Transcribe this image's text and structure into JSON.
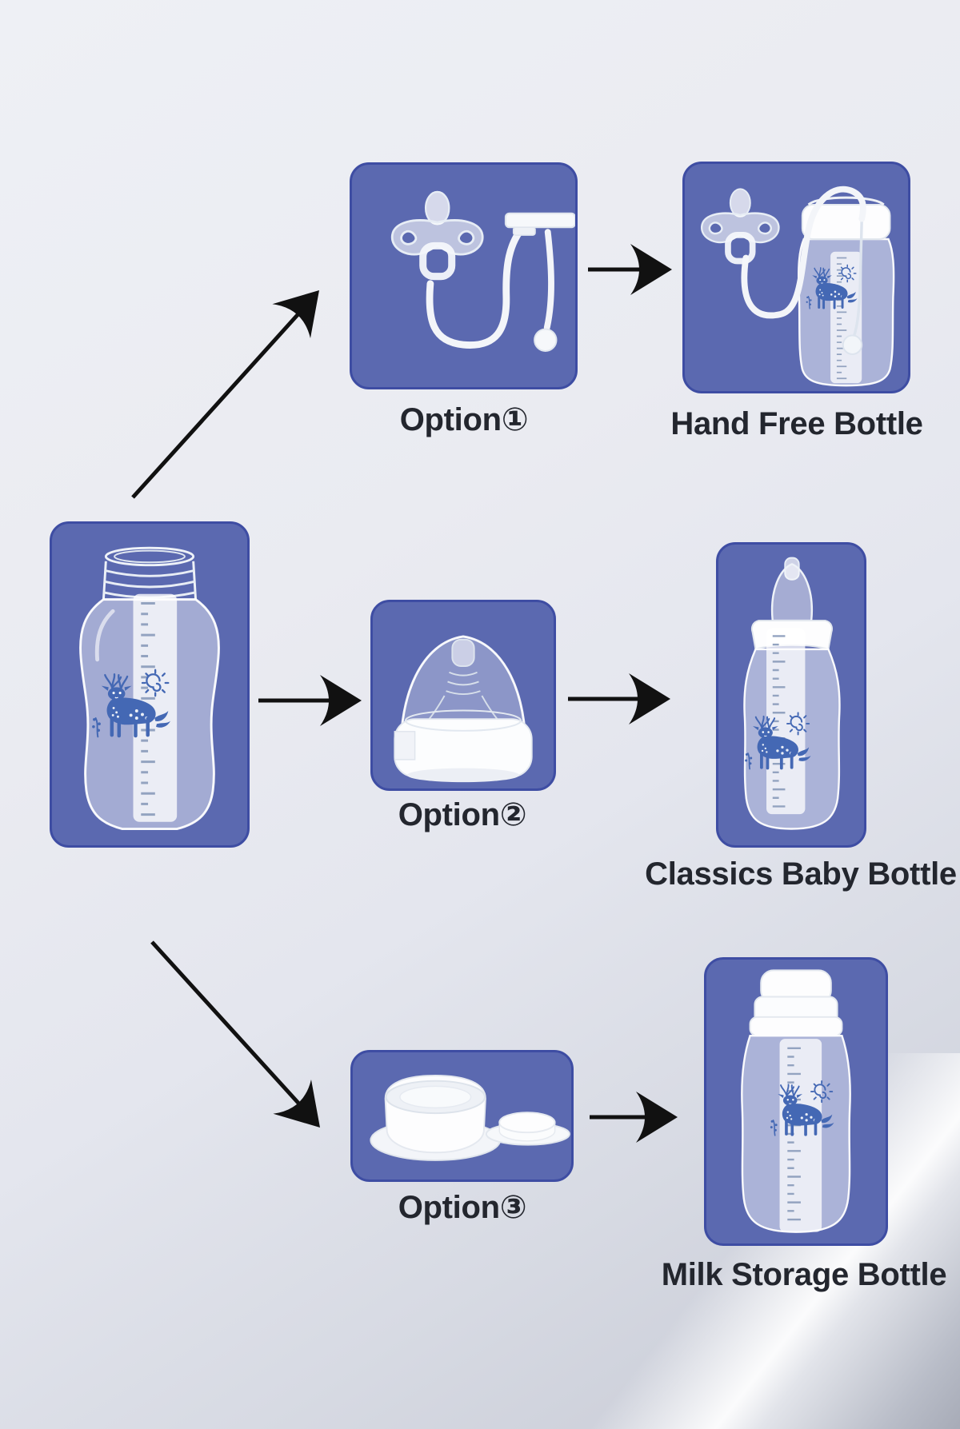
{
  "palette": {
    "background_top": "#eef0f5",
    "background_bottom": "#c6c9d4",
    "card_fill": "#5b69b0",
    "card_border": "#3e4da3",
    "label_text": "#23262e",
    "arrow": "#111111",
    "artwork_blue": "#4468b4",
    "product_white": "#fdfdfe"
  },
  "diagram": {
    "source": {
      "icon": "wide-neck-glass-bottle-with-deer-artwork"
    },
    "options": [
      {
        "label": "Option①",
        "icon": "pacifier-with-feeding-tube",
        "result": "Hand Free Bottle",
        "result_icon": "pacifier-tube-bottle"
      },
      {
        "label": "Option②",
        "icon": "wide-neck-nipple",
        "result": "Classics Baby Bottle",
        "result_icon": "bottle-with-nipple"
      },
      {
        "label": "Option③",
        "icon": "sealing-lid-set",
        "result": "Milk Storage Bottle",
        "result_icon": "bottle-with-storage-cap"
      }
    ]
  }
}
